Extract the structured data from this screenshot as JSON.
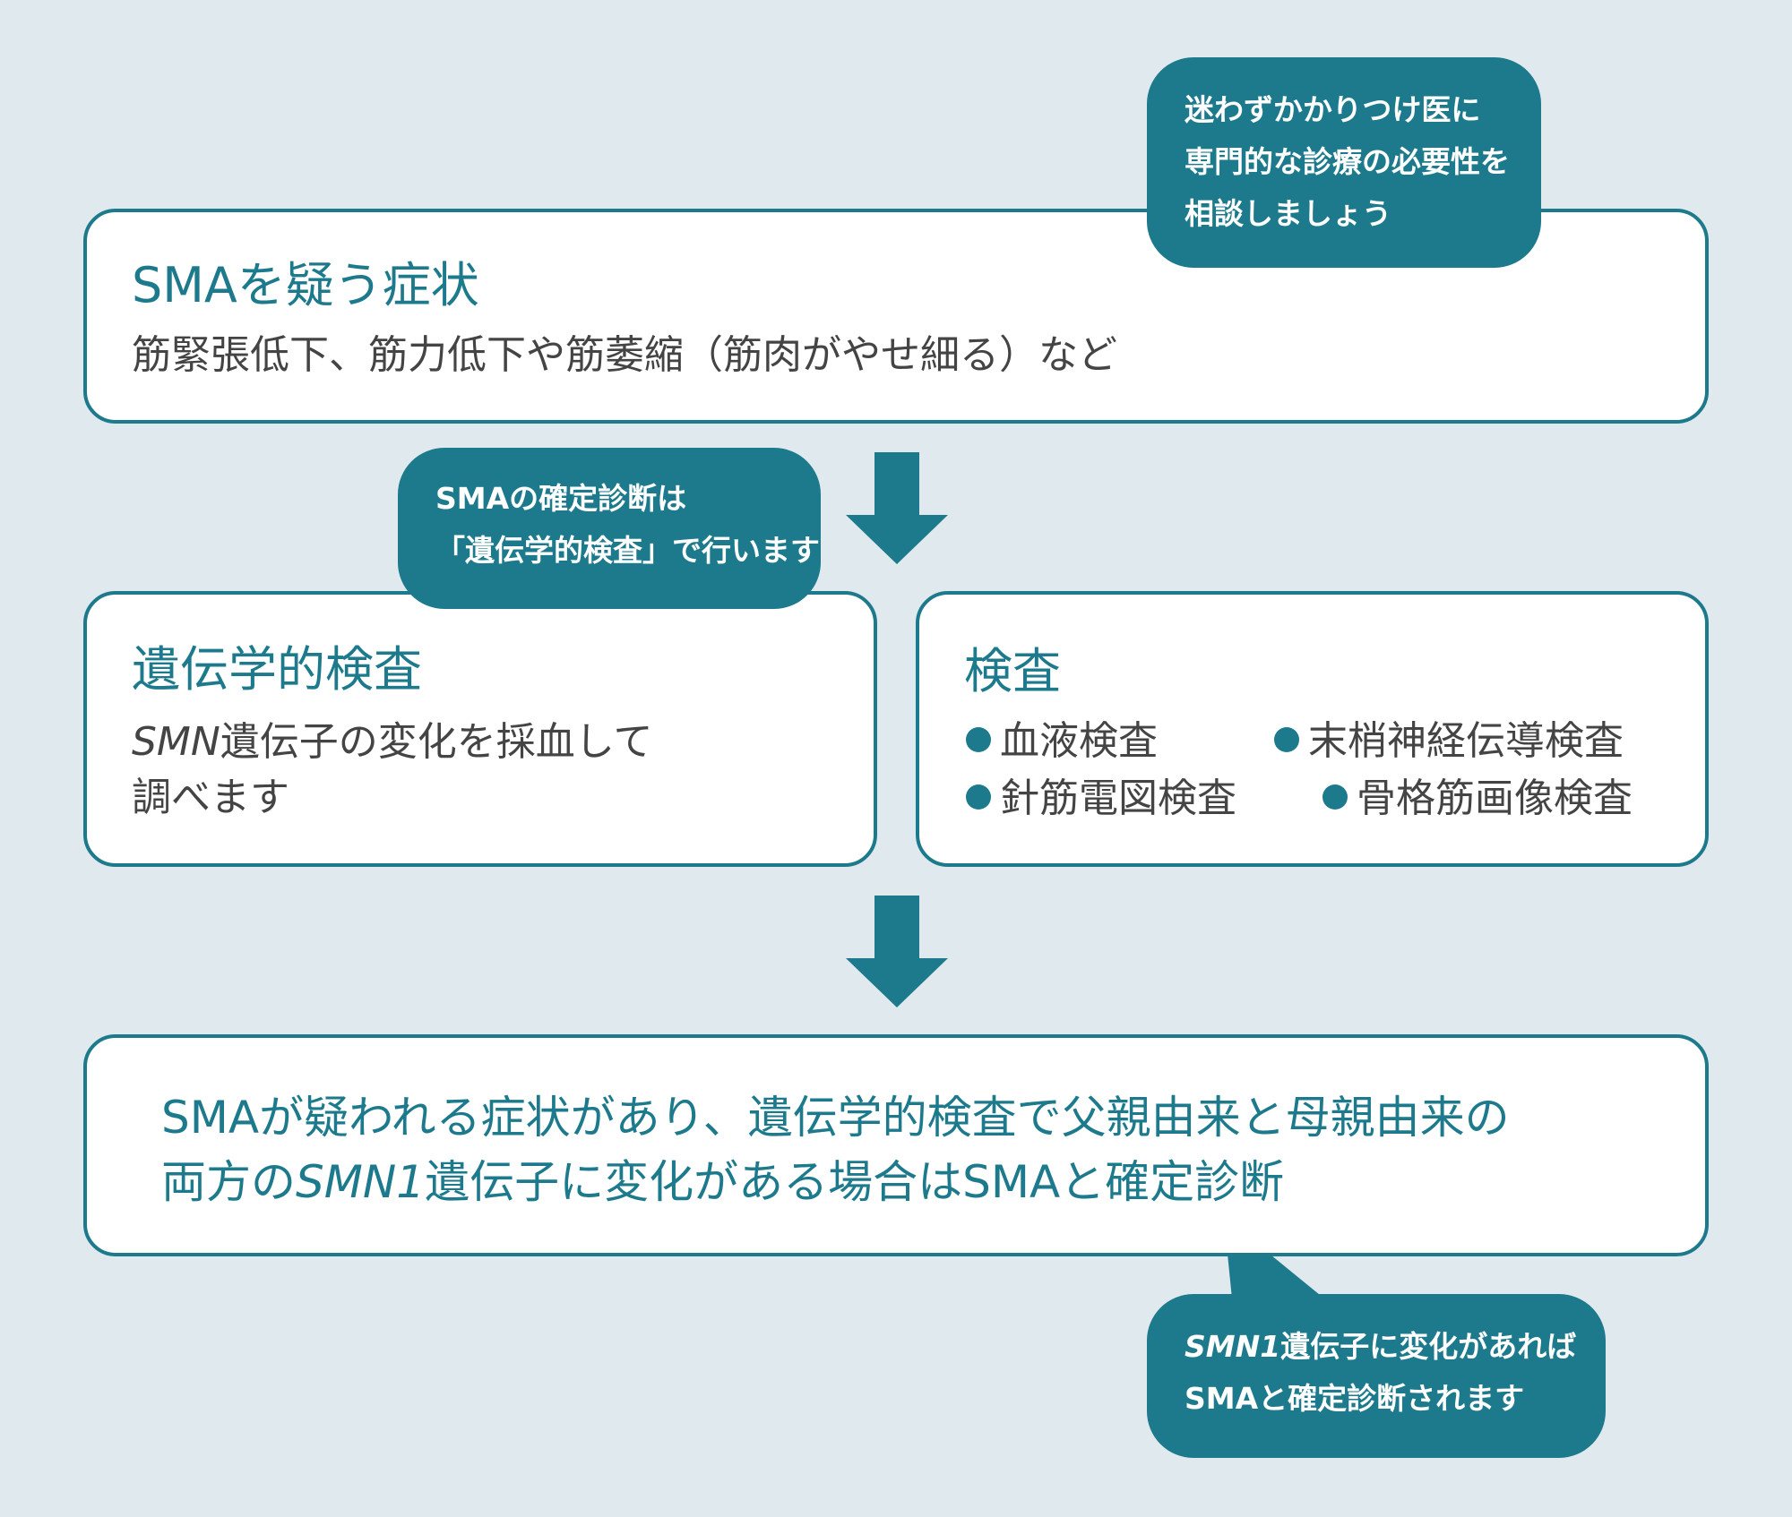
{
  "colors": {
    "background": "#dfe9ee",
    "accent": "#1d7a8c",
    "card": "#ffffff",
    "text": "#444444"
  },
  "symptoms": {
    "title": "SMAを疑う症状",
    "description": "筋緊張低下、筋力低下や筋萎縮（筋肉がやせ細る）など"
  },
  "bubble_consult": {
    "line1": "迷わずかかりつけ医に",
    "line2": "専門的な診療の必要性を",
    "line3": "相談しましょう"
  },
  "bubble_genetic": {
    "line1": "SMAの確定診断は",
    "line2": "「遺伝学的検査」で行います"
  },
  "genetic_test": {
    "title": "遺伝学的検査",
    "line1_em": "SMN",
    "line1_rest": "遺伝子の変化を採血して",
    "line2": "調べます"
  },
  "other_tests": {
    "title": "検査",
    "items": [
      "血液検査",
      "末梢神経伝導検査",
      "針筋電図検査",
      "骨格筋画像検査"
    ]
  },
  "conclusion": {
    "line1": "SMAが疑われる症状があり、遺伝学的検査で父親由来と母親由来の",
    "line2_pre": "両方の",
    "line2_em": "SMN1",
    "line2_post": "遺伝子に変化がある場合はSMAと確定診断"
  },
  "bubble_result": {
    "line1_em": "SMN1",
    "line1_rest": "遺伝子に変化があれば",
    "line2": "SMAと確定診断されます"
  }
}
